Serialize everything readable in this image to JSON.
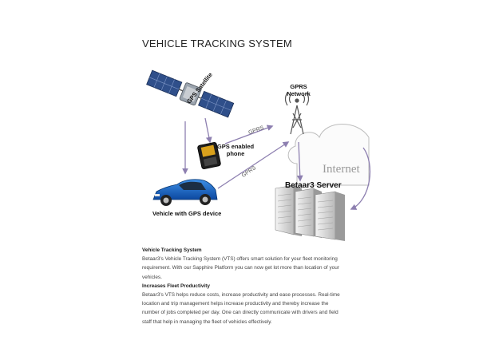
{
  "title": "VEHICLE TRACKING SYSTEM",
  "nodes": {
    "satellite": "GPS Satellite",
    "network_line1": "GPRS",
    "network_line2": "Network",
    "phone_line1": "GPS  enabled",
    "phone_line2": "phone",
    "vehicle": "Vehicle with GPS device",
    "internet": "Internet",
    "server": "Betaar3 Server"
  },
  "edge_labels": {
    "phone_to_network": "GPRS",
    "vehicle_to_network": "GPRS"
  },
  "description": {
    "heading1": "Vehicle Tracking System",
    "para1_line1": "Betaar3's Vehicle Tracking System (VTS) offers smart solution for your fleet monitoring",
    "para1_line2": "requirement. With our Sapphire Platform you can now get lot more than location of your",
    "para1_line3": "vehicles.",
    "heading2": "Increases Fleet Productivity",
    "para2_line1": "Betaar3's VTS helps reduce costs, increase productivity and ease processes. Real-time",
    "para2_line2": "location and trip management helps increase productivity and thereby increase the",
    "para2_line3": "number of jobs completed per day. One can directly communicate with drivers and field",
    "para2_line4": "staff that help in managing the fleet of vehicles effectively."
  },
  "colors": {
    "arrow": "#8d7fb0",
    "car": "#1a64c8",
    "solar_panel": "#2f4f8a",
    "server": "#d8d8d8"
  }
}
